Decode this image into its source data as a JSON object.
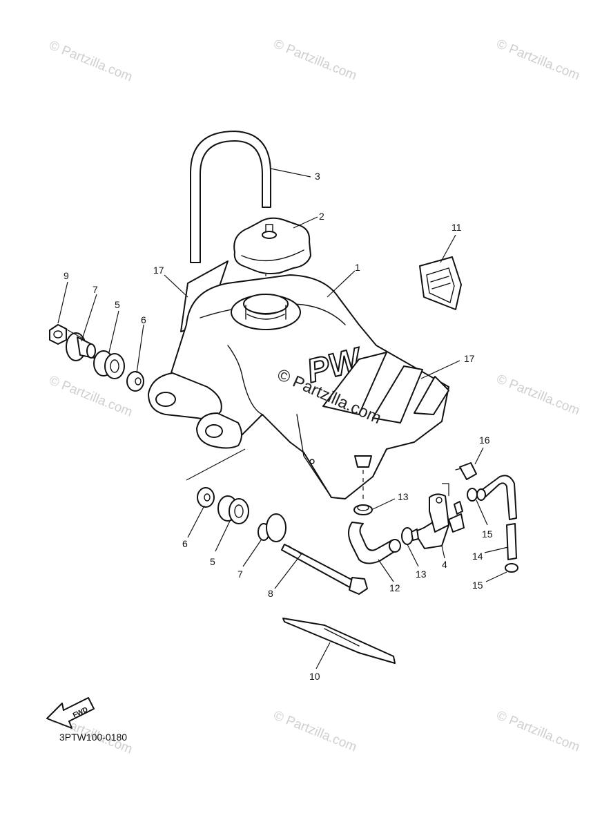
{
  "watermark": {
    "text": "© Partzilla.com",
    "color": "#cfcfcf"
  },
  "center_watermark": {
    "text": "© Partzilla.com"
  },
  "tank_lettering": {
    "text": "PW"
  },
  "fwd_arrow": {
    "label": "FWD"
  },
  "diagram_code": "3PTW100-0180",
  "callouts": {
    "c1": "1",
    "c2": "2",
    "c3": "3",
    "c4": "4",
    "c5a": "5",
    "c5b": "5",
    "c6a": "6",
    "c6b": "6",
    "c7a": "7",
    "c7b": "7",
    "c8": "8",
    "c9": "9",
    "c10": "10",
    "c11": "11",
    "c12": "12",
    "c13a": "13",
    "c13b": "13",
    "c14": "14",
    "c15a": "15",
    "c15b": "15",
    "c16": "16",
    "c17a": "17",
    "c17b": "17"
  }
}
